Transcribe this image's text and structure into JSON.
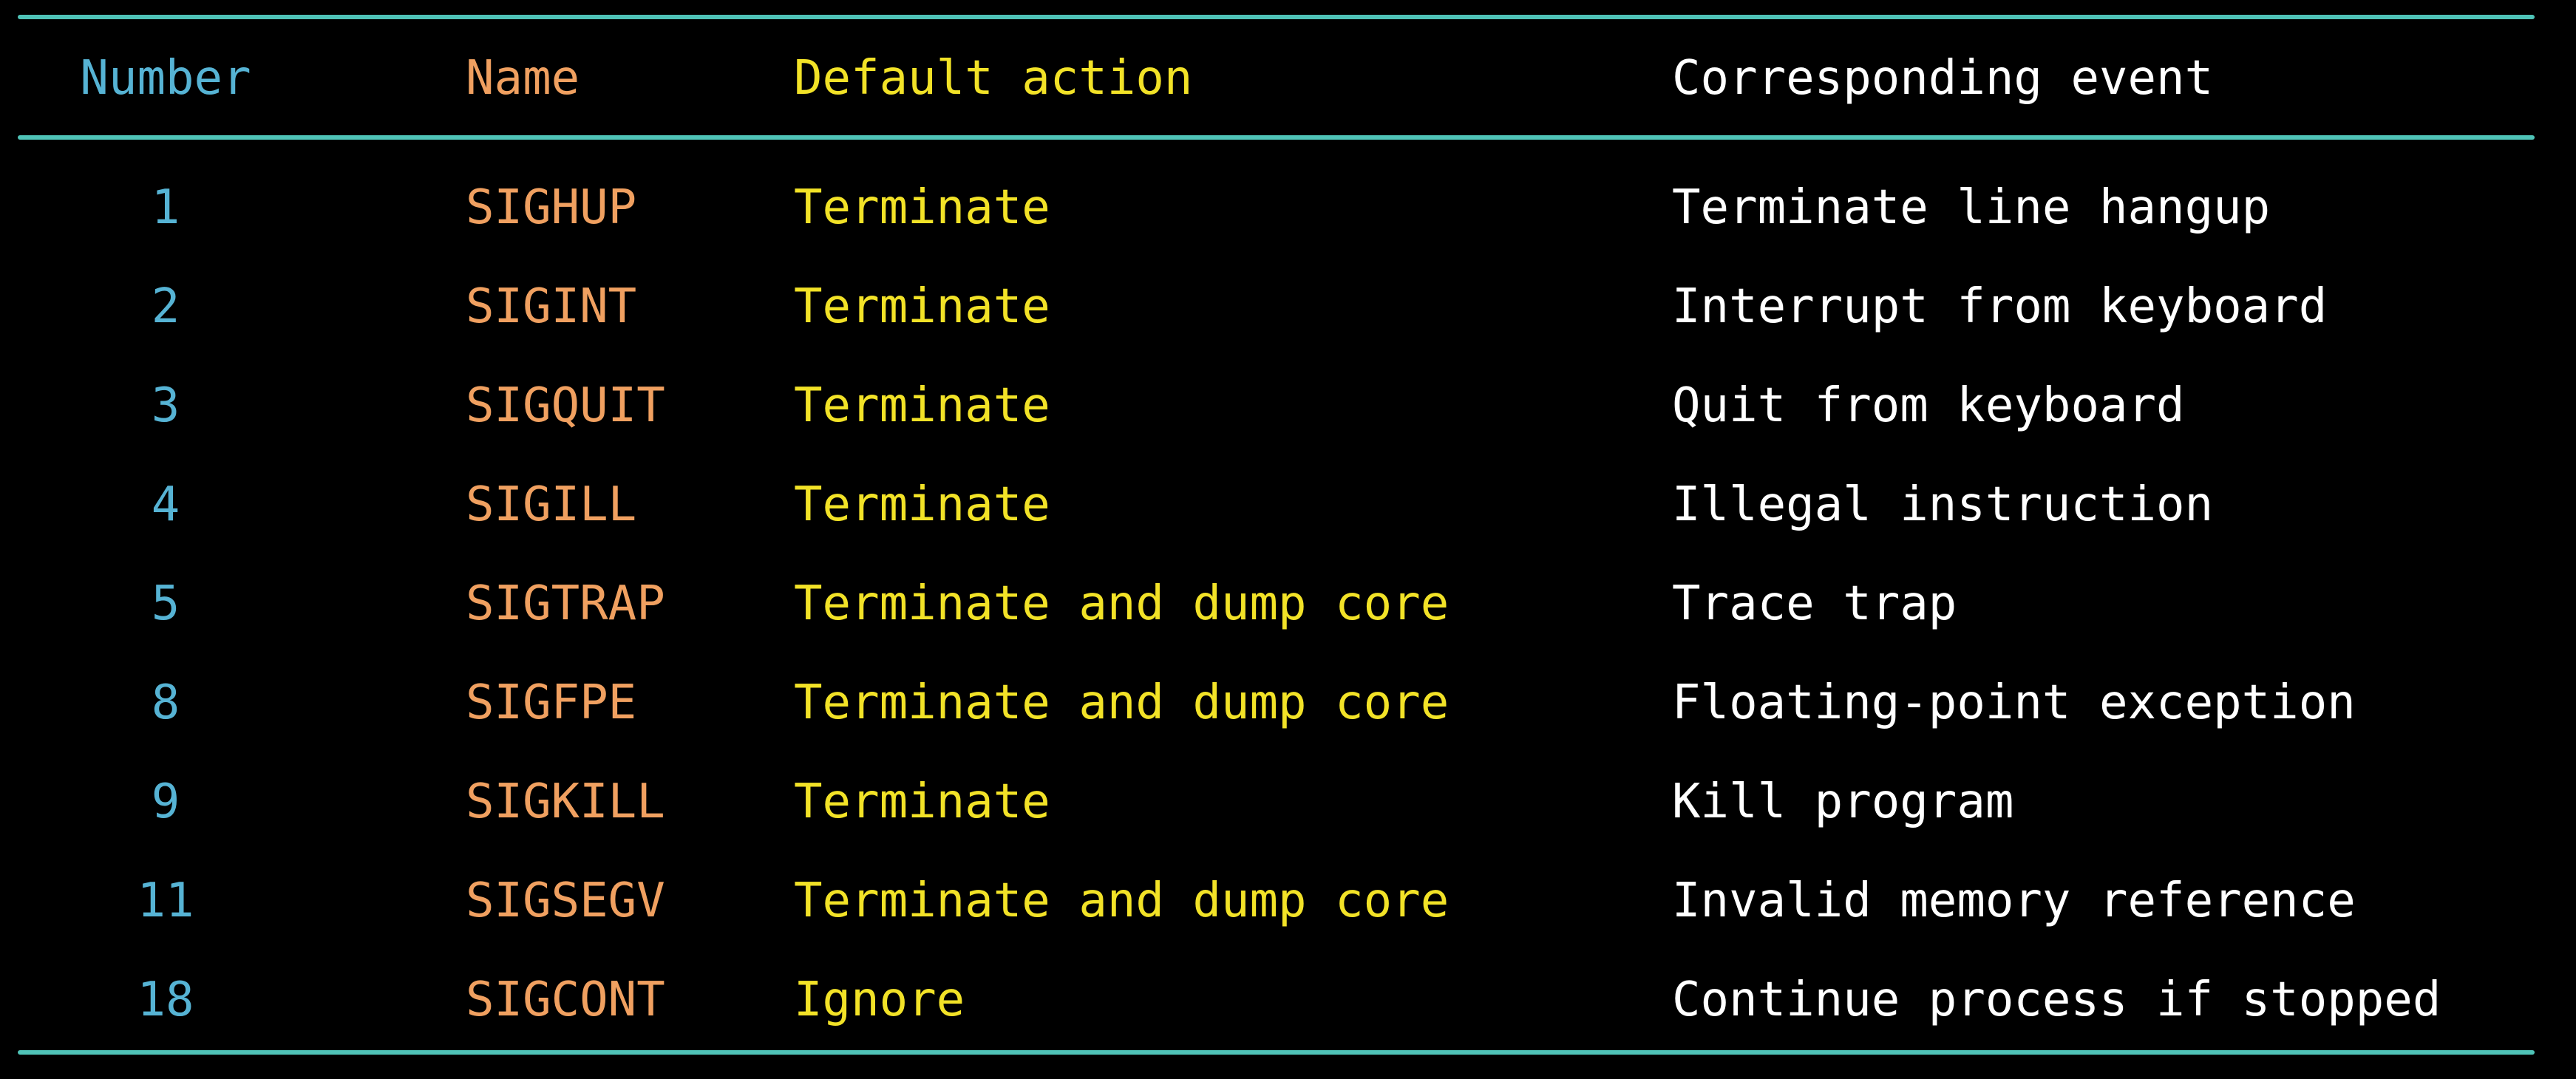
{
  "colors": {
    "background": "#000000",
    "rule": "#4FC3B7",
    "number": "#56B3D4",
    "name": "#F0A060",
    "action": "#F2E227",
    "event": "#FFFFFF"
  },
  "table": {
    "headers": {
      "number": "Number",
      "name": "Name",
      "action": "Default action",
      "event": "Corresponding event"
    },
    "rows": [
      {
        "number": "1",
        "name": "SIGHUP",
        "action": "Terminate",
        "event": "Terminate line hangup"
      },
      {
        "number": "2",
        "name": "SIGINT",
        "action": "Terminate",
        "event": "Interrupt from keyboard"
      },
      {
        "number": "3",
        "name": "SIGQUIT",
        "action": "Terminate",
        "event": "Quit from keyboard"
      },
      {
        "number": "4",
        "name": "SIGILL",
        "action": "Terminate",
        "event": "Illegal instruction"
      },
      {
        "number": "5",
        "name": "SIGTRAP",
        "action": "Terminate and dump core",
        "event": "Trace trap"
      },
      {
        "number": "8",
        "name": "SIGFPE",
        "action": "Terminate and dump core",
        "event": "Floating-point exception"
      },
      {
        "number": "9",
        "name": "SIGKILL",
        "action": "Terminate",
        "event": "Kill program"
      },
      {
        "number": "11",
        "name": "SIGSEGV",
        "action": "Terminate and dump core",
        "event": "Invalid memory reference"
      },
      {
        "number": "18",
        "name": "SIGCONT",
        "action": "Ignore",
        "event": "Continue process if stopped"
      }
    ]
  }
}
